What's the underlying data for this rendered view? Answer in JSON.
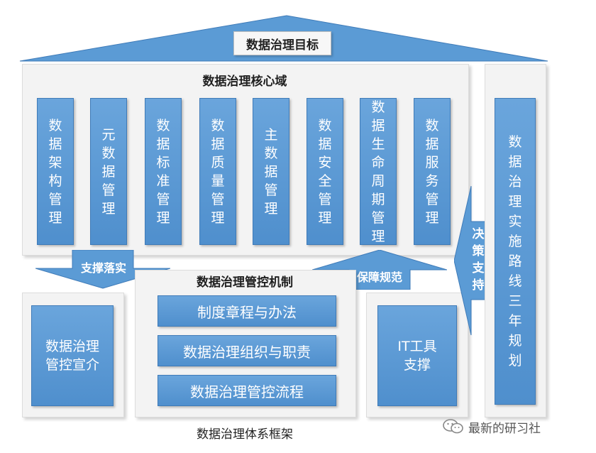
{
  "roof_title": "数据治理目标",
  "core": {
    "title": "数据治理核心域",
    "items": [
      "数据架构管理",
      "元数据管理",
      "数据标准管理",
      "数据质量管理",
      "主数据管理",
      "数据安全管理",
      "数据生命周期管理",
      "数据服务管理"
    ]
  },
  "arrows": {
    "support": "支撑落实",
    "guarantee": "保障规范",
    "decision": "决策支持"
  },
  "control": {
    "title": "数据治理管控机制",
    "items": [
      "制度章程与办法",
      "数据治理组织与职责",
      "数据治理管控流程"
    ]
  },
  "left_box": "数据治理管控宣介",
  "it_box": "IT工具支撑",
  "right_column": "数据治理实施路线三年规划",
  "caption": "数据治理体系框架",
  "watermark": "最新的研习社",
  "colors": {
    "blue": "#5b9bd5",
    "panel": "#f3f3f3"
  }
}
